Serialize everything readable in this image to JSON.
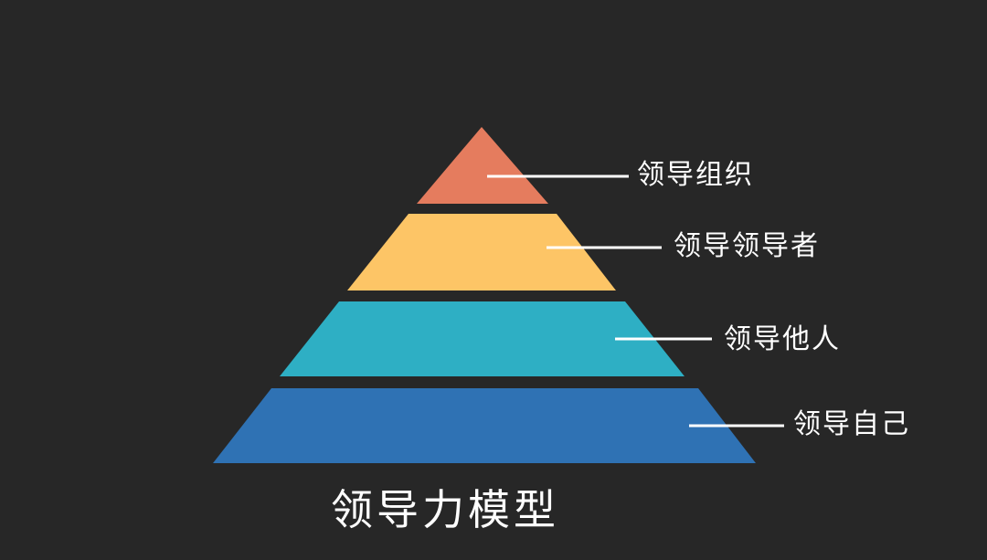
{
  "title": "领导力模型",
  "levels": [
    {
      "label": "领导组织",
      "color": "#E57C5E"
    },
    {
      "label": "领导领导者",
      "color": "#FDC566"
    },
    {
      "label": "领导他人",
      "color": "#2EAFC4"
    },
    {
      "label": "领导自己",
      "color": "#2F72B4"
    }
  ],
  "background_color": "#272727",
  "line_color": "#FFFFFF"
}
